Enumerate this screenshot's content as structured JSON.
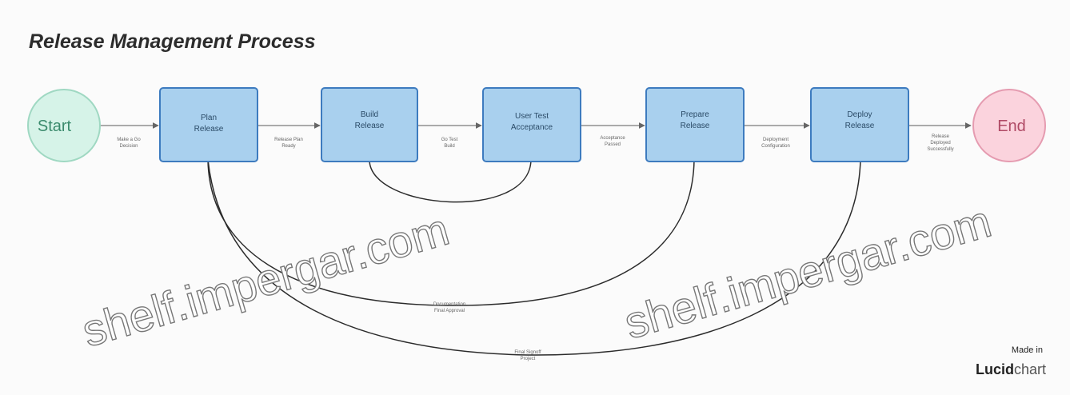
{
  "title": "Release Management Process",
  "nodes": {
    "start": "Start",
    "end": "End",
    "plan_release": [
      "Plan",
      "Release"
    ],
    "build_release": [
      "Build",
      "Release"
    ],
    "user_testing": [
      "User Test",
      "Acceptance"
    ],
    "prepare_release": [
      "Prepare",
      "Release"
    ],
    "deploy_release": [
      "Deploy",
      "Release"
    ]
  },
  "edges": {
    "start_to_plan": [
      "Make a Go",
      "Decision"
    ],
    "plan_to_build": [
      "Release Plan",
      "Ready"
    ],
    "build_to_test": [
      "Go Test",
      "Build"
    ],
    "test_to_prepare": [
      "Acceptance",
      "Passed"
    ],
    "prepare_to_deploy": [
      "Deployment",
      "Configuration"
    ],
    "deploy_to_end": [
      "Release",
      "Deployed",
      "Successfully"
    ],
    "loop_plan_prepare": [
      "Documentation",
      "Final Approval"
    ],
    "loop_plan_deploy": [
      "Final Signoff",
      "Project"
    ]
  },
  "watermark": "shelf.impergar.com",
  "branding": {
    "made_in": "Made in",
    "brand_bold": "Lucid",
    "brand_light": "chart"
  },
  "colors": {
    "start_fill": "#d6f3e8",
    "start_stroke": "#9fd8c2",
    "end_fill": "#fbd3dd",
    "end_stroke": "#e59bb0",
    "box_fill": "#a9d0ee",
    "box_stroke": "#3d7bbf"
  }
}
